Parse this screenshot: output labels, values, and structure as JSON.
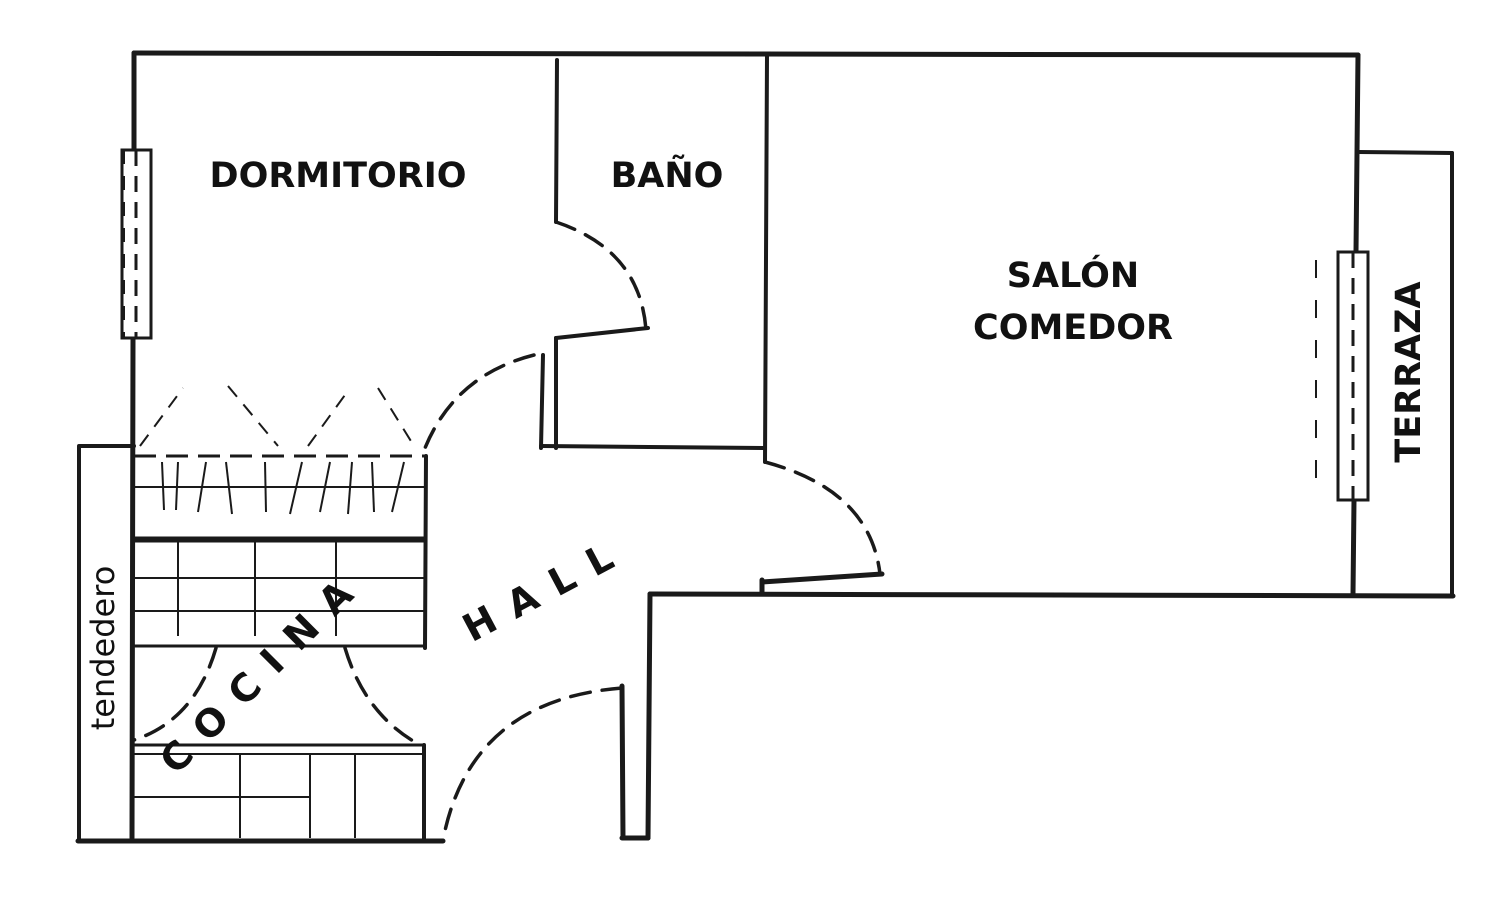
{
  "floor_plan": {
    "rooms": {
      "dormitorio": "DORMITORIO",
      "bano": "BAÑO",
      "salon_line1": "SALÓN",
      "salon_line2": "COMEDOR",
      "terraza": "TERRAZA",
      "hall": "HALL",
      "cocina": "COCINA",
      "tendedero": "tendedero"
    },
    "colors": {
      "line": "#1a1a1a",
      "background": "#ffffff"
    }
  }
}
